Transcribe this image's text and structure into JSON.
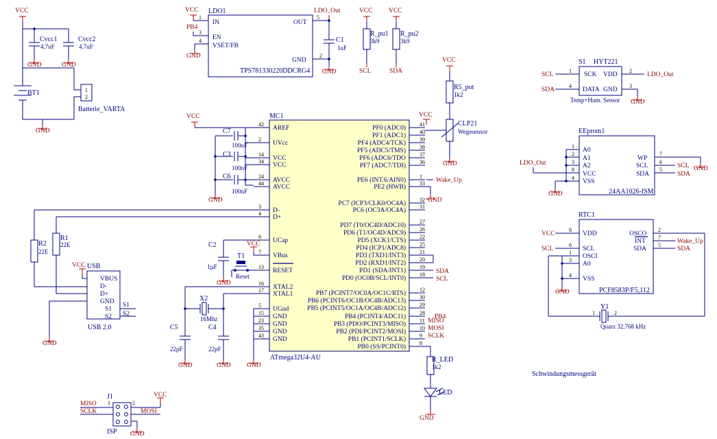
{
  "power": {
    "vcc": "VCC",
    "gnd": "GND",
    "ldo_out": "LDO_Out",
    "pb4": "PB4",
    "scl": "SCL",
    "sda": "SDA",
    "miso": "MISO",
    "mosi": "MOSI",
    "sclk": "SCLK",
    "wake_up": "Wake_Up"
  },
  "battery": {
    "cvcc1": "Cvcc1",
    "cvcc1_val": "4.7uF",
    "cvcc2": "Cvcc2",
    "cvcc2_val": "4.7uF",
    "bt1": "BT1",
    "conn": "Batterie_VARTA",
    "p1": "1",
    "p2": "2"
  },
  "ldo": {
    "ref": "LDO1",
    "part": "TPS781330220DDCRG4",
    "in": "IN",
    "en": "EN",
    "vset": "VSET/FB",
    "out": "OUT",
    "gnd": "GND",
    "c1": "C1",
    "c1_val": "1uF",
    "p1": "1",
    "p3": "3",
    "p4": "4",
    "p5": "5",
    "p2": "2"
  },
  "pullups": {
    "r1": "R_pu1",
    "r1_val": "3k9",
    "r2": "R_pu2",
    "r2_val": "3k9"
  },
  "hyt": {
    "ref": "S1",
    "part": "HYT221",
    "sck": "SCK",
    "vdd": "VDD",
    "data": "DATA",
    "gnd": "GND",
    "desc": "Temp+Hum. Sensor",
    "p1": "1",
    "p2": "2",
    "p3": "3",
    "p4": "4"
  },
  "eeprom": {
    "ref": "EEprom1",
    "part": "24AA1026-ISM",
    "a0": "A0",
    "a1": "A1",
    "a2": "A2",
    "vcc": "VCC",
    "vss": "VSS",
    "wp": "WP",
    "scl": "SCL",
    "sda": "SDA",
    "p1": "1",
    "p2": "2",
    "p3": "3",
    "p8": "8",
    "p4": "4",
    "p7": "7",
    "p6": "6",
    "p5": "5"
  },
  "rtc": {
    "ref": "RTC1",
    "part": "PCF8583P/F5,112",
    "vdd": "VDD",
    "scl": "SCL",
    "osci": "OSCI",
    "a0": "A0",
    "vss": "VSS",
    "osco": "OSCO",
    "int": "INT",
    "sda": "SDA",
    "p8": "8",
    "p6": "6",
    "p1": "1",
    "p3": "3",
    "p4": "4",
    "p2": "2",
    "p7": "7",
    "p5": "5"
  },
  "crystal": {
    "ref": "Y1",
    "val": "Quarz 32.768 kHz",
    "p1": "1",
    "p2": "2"
  },
  "pot": {
    "ref": "R5_pot",
    "val": "1k2",
    "sensor": "CLP21",
    "sensor_desc": "Wegesensor"
  },
  "mcu": {
    "ref": "MC1",
    "part": "ATmega32U4-AU",
    "left": [
      {
        "pin": "42",
        "name": "AREF"
      },
      {
        "pin": "2",
        "name": "UVcc"
      },
      {
        "pin": "14",
        "name": "VCC"
      },
      {
        "pin": "34",
        "name": "VCC"
      },
      {
        "pin": "24",
        "name": "AVCC"
      },
      {
        "pin": "44",
        "name": "AVCC"
      },
      {
        "pin": "3",
        "name": "D-"
      },
      {
        "pin": "4",
        "name": "D+"
      },
      {
        "pin": "6",
        "name": "UCap"
      },
      {
        "pin": "7",
        "name": "VBus"
      },
      {
        "pin": "13",
        "name": "RESET"
      },
      {
        "pin": "16",
        "name": "XTAL2"
      },
      {
        "pin": "17",
        "name": "XTAL1"
      },
      {
        "pin": "5",
        "name": "UGnd"
      },
      {
        "pin": "15",
        "name": "GND"
      },
      {
        "pin": "23",
        "name": "GND"
      },
      {
        "pin": "35",
        "name": "GND"
      },
      {
        "pin": "43",
        "name": "GND"
      }
    ],
    "right": [
      {
        "pin": "41",
        "name": "PF0 (ADC0)"
      },
      {
        "pin": "40",
        "name": "PF1 (ADC1)"
      },
      {
        "pin": "39",
        "name": "PF4 (ADC4/TCK)"
      },
      {
        "pin": "38",
        "name": "PF5 (ADC5/TMS)"
      },
      {
        "pin": "37",
        "name": "PF6 (ADC6/TDO"
      },
      {
        "pin": "36",
        "name": "PF7 (ADC7/TDI)"
      },
      {
        "pin": "1",
        "name": "PE6 (INT.6/AIN0)"
      },
      {
        "pin": "33",
        "name": "PE2 (HWB)"
      },
      {
        "pin": "32",
        "name": "PC7 (ICP3/CLK0/OC4A)"
      },
      {
        "pin": "31",
        "name": "PC6 (OC3A/OC4A)"
      },
      {
        "pin": "27",
        "name": "PD7 (T0/OC4D/ADC10)"
      },
      {
        "pin": "26",
        "name": "PD6 (T1/OC4D/ADC9)"
      },
      {
        "pin": "22",
        "name": "PD5 (XCK1/CTS)"
      },
      {
        "pin": "25",
        "name": "PD4 (ICP1/ADC8)"
      },
      {
        "pin": "21",
        "name": "PD3 (TXD1/INT3)"
      },
      {
        "pin": "20",
        "name": "PD2 (RXD1/INT2)"
      },
      {
        "pin": "19",
        "name": "PD1 (SDA/INT1)"
      },
      {
        "pin": "18",
        "name": "PD0 (OC0B/SCL/INT0)"
      },
      {
        "pin": "12",
        "name": "PB7 (PCINT7/OC0A/OC1C/RTS)"
      },
      {
        "pin": "30",
        "name": "PB6 (PCINT6/OC1B/OC4B/ADC13)"
      },
      {
        "pin": "29",
        "name": "PB5 (PCINT5/OC1A/OC4B/ADC12)"
      },
      {
        "pin": "28",
        "name": "PB4 (PCINT4/ADC11)"
      },
      {
        "pin": "11",
        "name": "PB3 (PDO/PCINT3/MISO)"
      },
      {
        "pin": "10",
        "name": "PB2 (PDI/PCINT2/MOSI)"
      },
      {
        "pin": "9",
        "name": "PB1 (PCINT1/SCLK)"
      },
      {
        "pin": "8",
        "name": "PB0 (SS/PCINT0)"
      }
    ]
  },
  "caps": {
    "c7": "C7",
    "c3": "C3",
    "c6": "C6",
    "val": "100nF",
    "c2": "C2",
    "c2_val": "1µF",
    "c5": "C5",
    "c4": "C4",
    "c45_val": "22pF"
  },
  "xtal": {
    "ref": "X2",
    "val": "16Mhz"
  },
  "reset": {
    "ref": "T1",
    "label": "Reset"
  },
  "usb": {
    "ref": "USB",
    "part": "USB 2.0",
    "vbus": "VBUS",
    "dm": "D-",
    "dp": "D+",
    "gnd": "GND",
    "s1": "S1",
    "s2": "S2"
  },
  "resistors": {
    "r1": "R1",
    "r2": "R2",
    "val": "22E"
  },
  "led": {
    "r": "R_LED",
    "r_val": "1k2",
    "led": "LED"
  },
  "isp": {
    "ref": "J1",
    "part": "ISP",
    "p1": "1",
    "p2": "2"
  },
  "title": "Schwindungsmessgerät"
}
